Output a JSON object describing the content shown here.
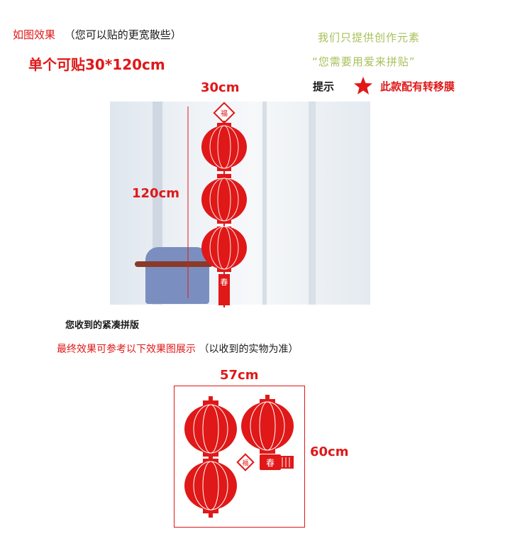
{
  "header": {
    "effect_title": "如图效果",
    "effect_note": "（您可以贴的更宽散些）",
    "size_single": "单个可贴30*120cm",
    "tip_line1": "我们只提供创作元素",
    "tip_line2": "“您需要用爱来拼贴”",
    "hint_prefix": "提示",
    "hint_text": "此款配有转移膜"
  },
  "photo": {
    "width_label": "30cm",
    "height_label": "120cm",
    "tassel_char": "春",
    "top_char": "福"
  },
  "received": {
    "title": "您收到的紧凑拼版",
    "note_red": "最终效果可参考以下效果图展示",
    "note_dark": "（以收到的实物为准）"
  },
  "layout": {
    "width_label": "57cm",
    "height_label": "60cm",
    "tassel_char": "春",
    "top_char": "福"
  },
  "colors": {
    "lantern_red": "#e01818",
    "hint_green": "#a8c05a"
  }
}
